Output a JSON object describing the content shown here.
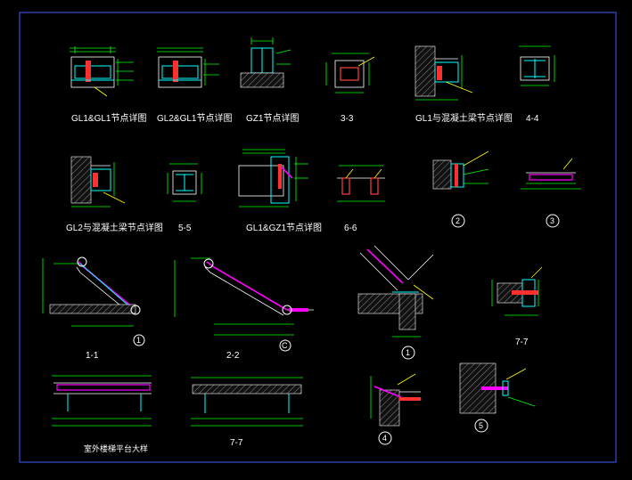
{
  "labels": {
    "gl1_gl1": "GL1&GL1节点详图",
    "gl2_gl1": "GL2&GL1节点详图",
    "gz1": "GZ1节点详图",
    "s3_3": "3-3",
    "gl1_beam": "GL1与混凝土梁节点详图",
    "s4_4": "4-4",
    "gl2_beam": "GL2与混凝土梁节点详图",
    "s5_5": "5-5",
    "gl1_gz1": "GL1&GZ1节点详图",
    "s6_6": "6-6",
    "c2": "2",
    "c3": "3",
    "s1_1": "1-1",
    "s2_2": "2-2",
    "c1a": "1",
    "c1b": "1",
    "cC": "C",
    "s7_7a": "7-7",
    "floor_plan": "室外楼梯平台大样",
    "s7_7b": "7-7",
    "c4": "4",
    "c5": "5"
  },
  "colors": {
    "background": "#000000",
    "frame": "#4060ff",
    "dimension": "#00ff00",
    "steel": "#00ffff",
    "rebar": "#ff00ff",
    "text": "#ffffff",
    "note": "#ffff00"
  }
}
